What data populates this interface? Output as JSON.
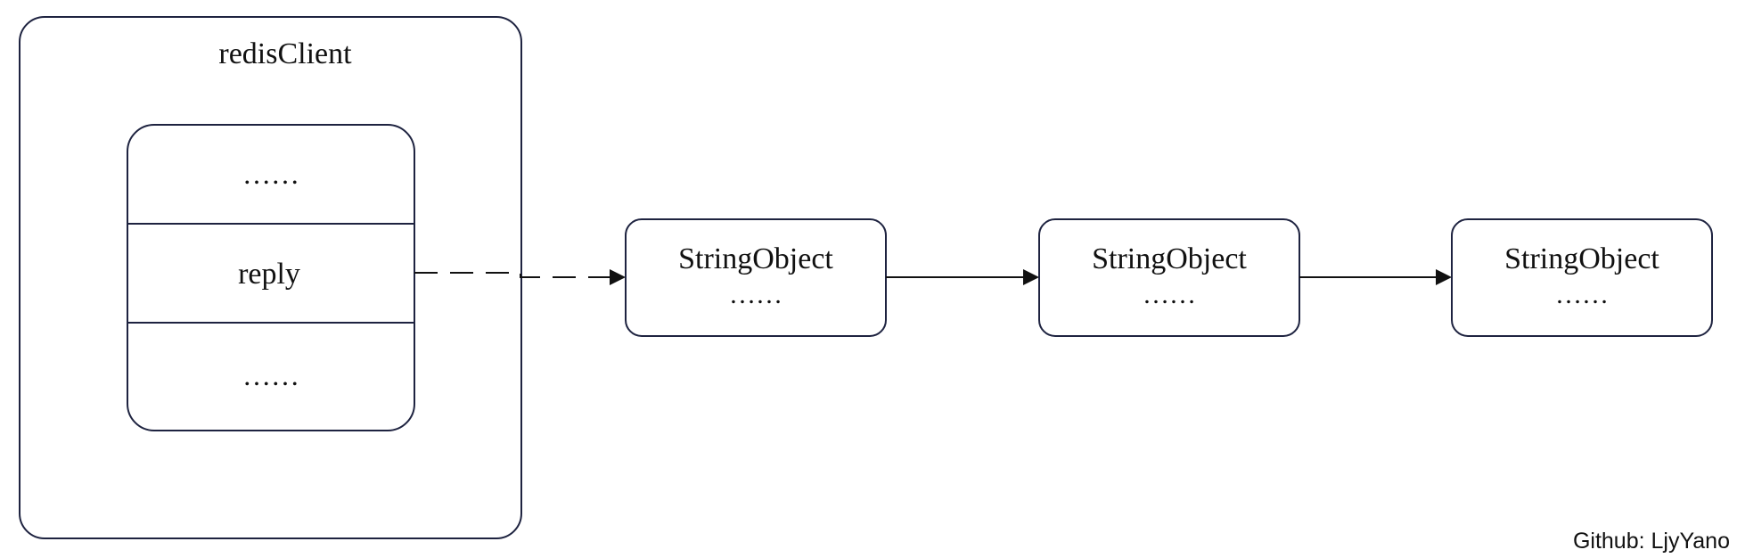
{
  "client": {
    "title": "redisClient",
    "fields": [
      "……",
      "reply",
      "……"
    ]
  },
  "nodes": [
    {
      "title": "StringObject",
      "body": "……"
    },
    {
      "title": "StringObject",
      "body": "……"
    },
    {
      "title": "StringObject",
      "body": "……"
    }
  ],
  "footer": "Github: LjyYano",
  "colors": {
    "stroke": "#1e2340",
    "arrow": "#111111",
    "background": "#ffffff"
  }
}
